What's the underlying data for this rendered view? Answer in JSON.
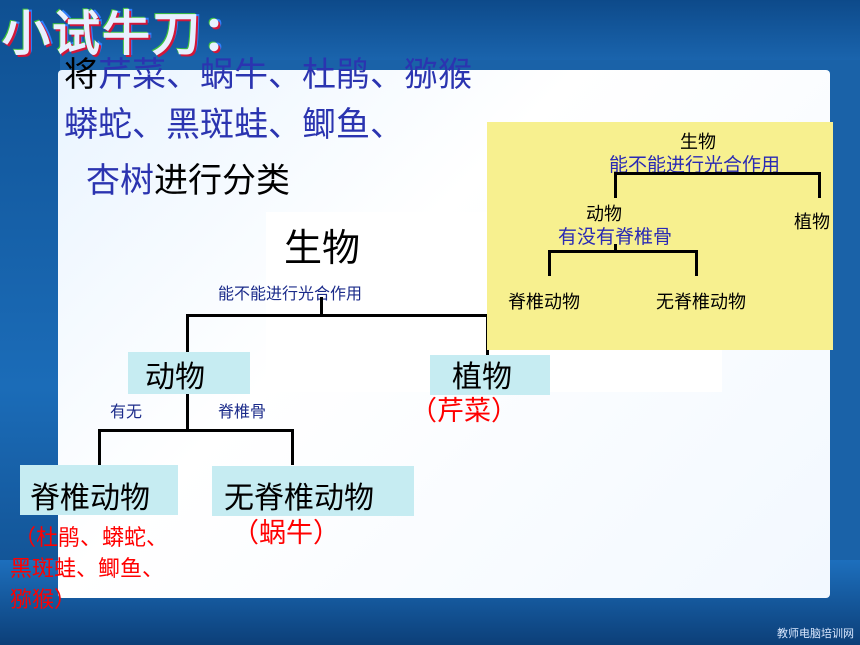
{
  "title": "小试牛刀：",
  "intro": {
    "line1_prefix": "将",
    "line1_blue": "芹菜、蜗牛、杜鹃、猕猴",
    "line2_blue": "蟒蛇、黑斑蛙、鲫鱼、",
    "line3_blue": "杏树",
    "line3_suffix": "进行分类"
  },
  "main_tree": {
    "root": "生物",
    "criterion1": "能不能进行光合作用",
    "animal": "动物",
    "plant": "植物",
    "plant_examples": "（芹菜）",
    "criterion2_left": "有无",
    "criterion2_right": "脊椎骨",
    "vertebrate": "脊椎动物",
    "invertebrate": "无脊椎动物",
    "invertebrate_examples": "（蜗牛）",
    "vertebrate_examples_line1": "（杜鹃、蟒蛇、",
    "vertebrate_examples_line2": "黑斑蛙、鲫鱼、",
    "vertebrate_examples_line3": "猕猴）"
  },
  "side_tree": {
    "root": "生物",
    "criterion1": "能不能进行光合作用",
    "animal": "动物",
    "plant": "植物",
    "criterion2": "有没有脊椎骨",
    "vertebrate": "脊椎动物",
    "invertebrate": "无脊椎动物"
  },
  "footer": "教师电脑培训网"
}
